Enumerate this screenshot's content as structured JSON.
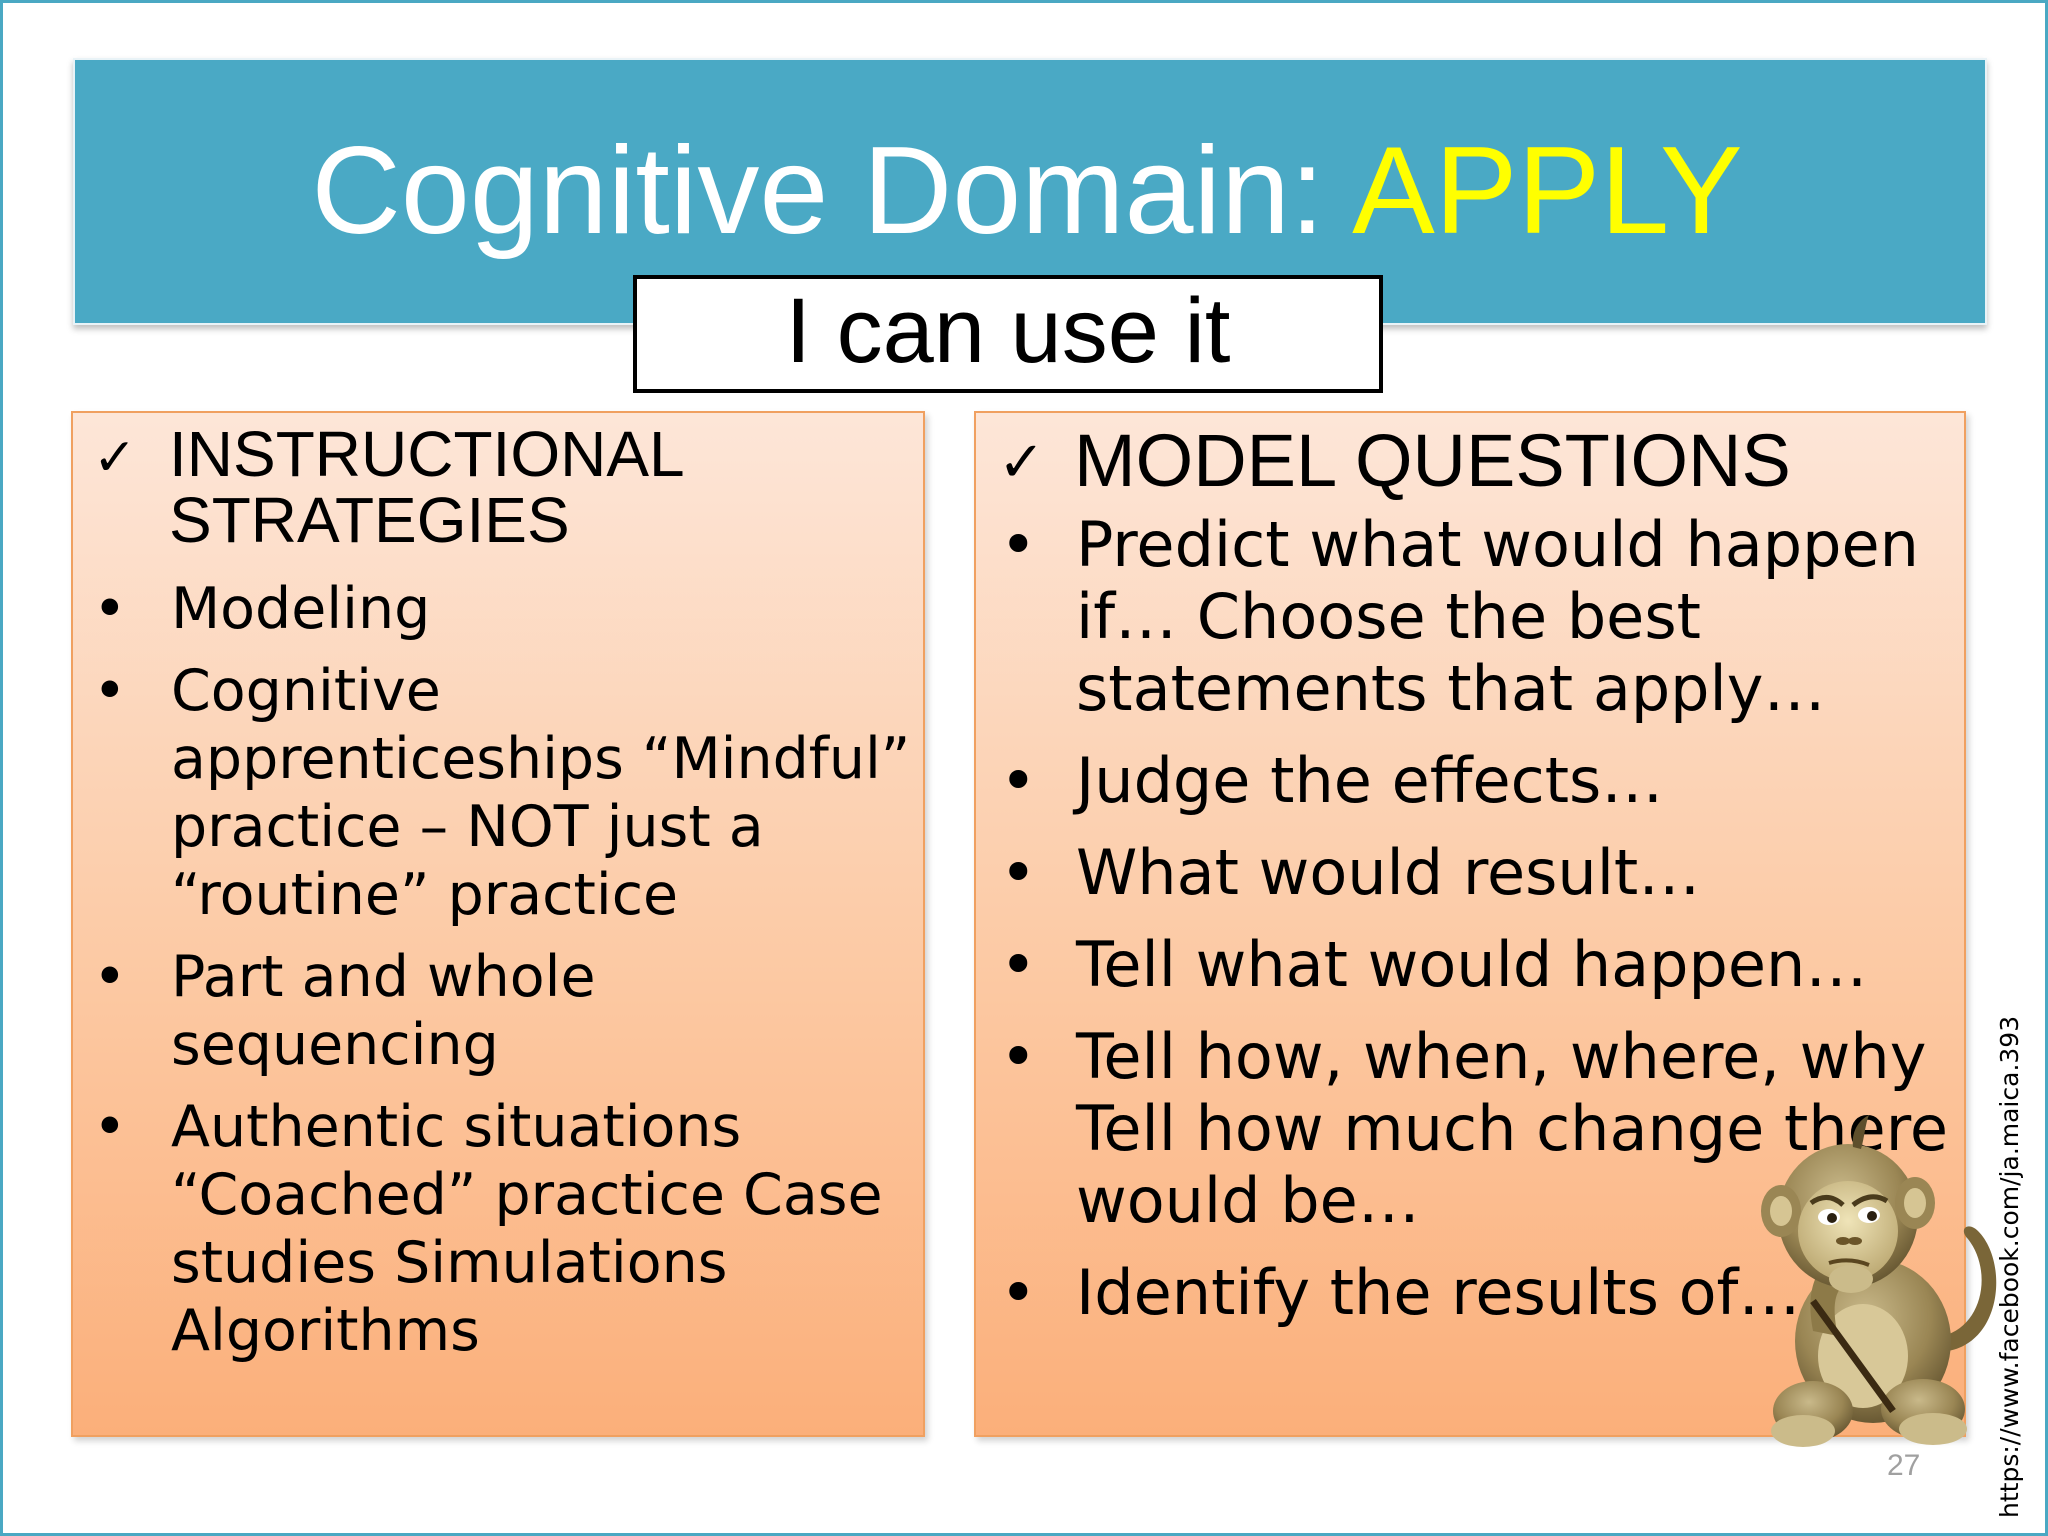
{
  "slide": {
    "title_main": "Cognitive Domain: ",
    "title_accent": "APPLY",
    "subtitle": "I can use it",
    "page_number": "27",
    "credit": "https://www.facebook.com/ja.maica.393",
    "colors": {
      "title_bar": "#4aa9c5",
      "title_text": "#ffffff",
      "title_accent": "#ffff00",
      "panel_top": "#fde6d8",
      "panel_bottom": "#fbaf7a",
      "panel_border": "#f0a060"
    }
  },
  "left_panel": {
    "check_icon": "✓",
    "heading": "INSTRUCTIONAL STRATEGIES",
    "bullet_icon": "•",
    "items": [
      "Modeling",
      "Cognitive apprenticeships “Mindful” practice – NOT just a “routine” practice",
      "Part and whole sequencing",
      "Authentic situations “Coached” practice Case studies Simulations Algorithms"
    ]
  },
  "right_panel": {
    "check_icon": "✓",
    "heading": "MODEL QUESTIONS",
    "bullet_icon": "•",
    "items": [
      "Predict what would happen if… Choose the best statements that apply…",
      "Judge the effects…",
      "What would result…",
      "Tell what would happen…",
      "Tell how, when, where, why Tell how much change there would be…",
      "Identify the results of…"
    ]
  },
  "illustration": {
    "icon": "thinking-monkey-icon"
  }
}
